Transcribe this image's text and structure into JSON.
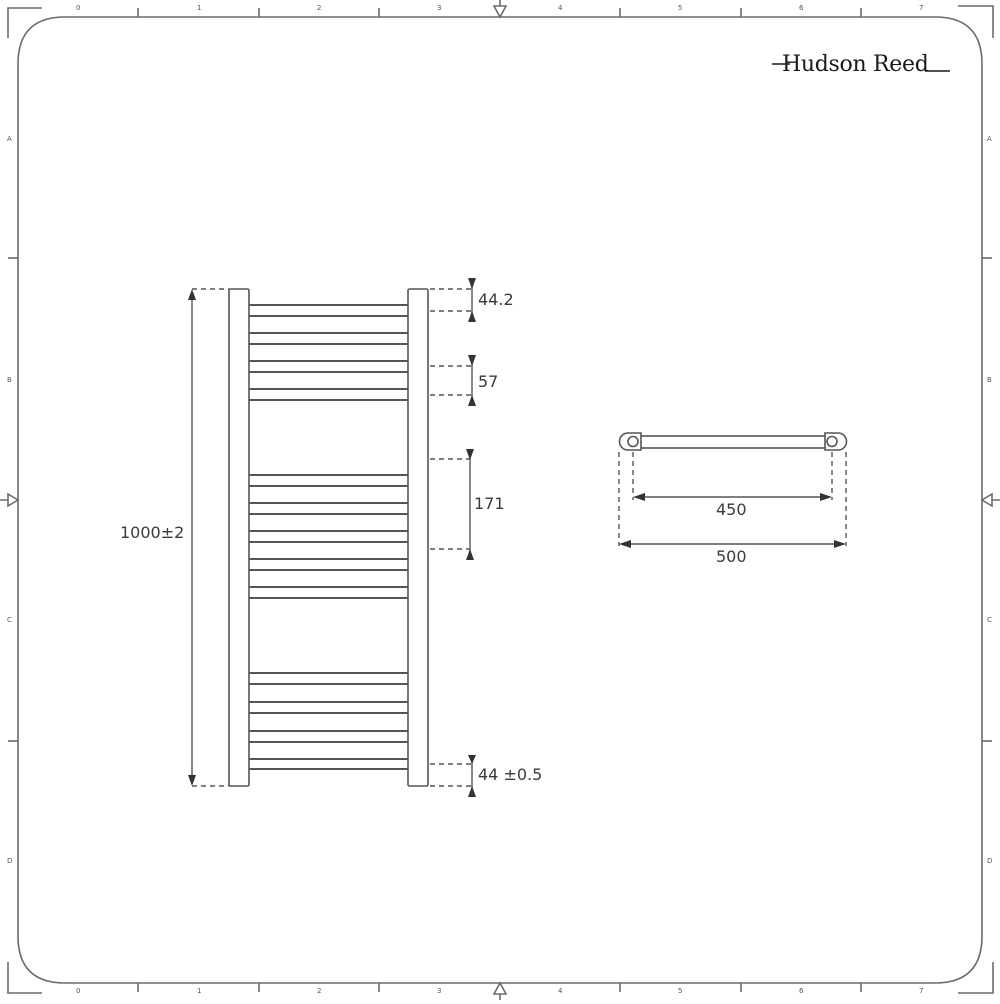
{
  "brand": {
    "name": "Hudson Reed"
  },
  "frame": {
    "column_labels": [
      "0",
      "1",
      "2",
      "3",
      "4",
      "5",
      "6",
      "7"
    ],
    "row_labels": [
      "A",
      "B",
      "C",
      "D"
    ],
    "stroke_color": "#6b6b6b"
  },
  "front_view": {
    "height_label": "1000±2",
    "dims": {
      "top_gap": "44.2",
      "bar_pitch": "57",
      "group_gap": "171",
      "bottom_gap": "44 ±0.5"
    },
    "bar_groups": [
      {
        "name": "top",
        "bar_count": 4
      },
      {
        "name": "middle",
        "bar_count": 5
      },
      {
        "name": "bottom",
        "bar_count": 4
      }
    ]
  },
  "top_view": {
    "centres_label": "450",
    "width_label": "500"
  }
}
